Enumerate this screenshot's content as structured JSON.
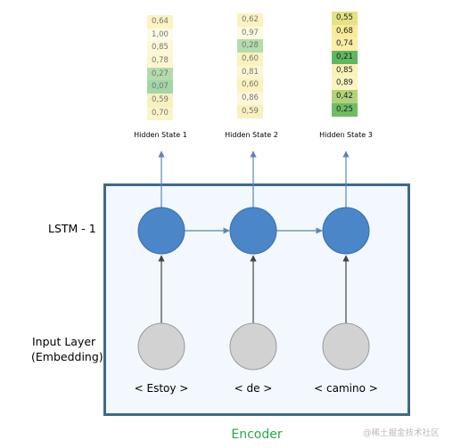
{
  "hidden_states": [
    {
      "label": "Hidden State 1",
      "values": [
        "0,64",
        "1,00",
        "0,85",
        "0,78",
        "0,27",
        "0,07",
        "0,59",
        "0,70"
      ]
    },
    {
      "label": "Hidden State 2",
      "values": [
        "0,62",
        "0,97",
        "0,28",
        "0,60",
        "0,81",
        "0,60",
        "0,86",
        "0,59"
      ]
    },
    {
      "label": "Hidden State 3",
      "values": [
        "0,55",
        "0,68",
        "0,74",
        "0,21",
        "0,85",
        "0,89",
        "0,42",
        "0,25"
      ]
    }
  ],
  "layer_labels": {
    "lstm": "LSTM - 1",
    "input_line1": "Input Layer",
    "input_line2": "(Embedding)"
  },
  "tokens": [
    "< Estoy >",
    "< de >",
    "< camino >"
  ],
  "encoder_label": "Encoder",
  "watermark": "@稀土掘金技术社区",
  "colors": {
    "lstm_node": "#4a86c8",
    "input_node": "#d3d2d3",
    "arrow": "#5b86b6",
    "box_border": "#3d6a8c",
    "box_fill": "#f2f8fd",
    "encoder_text": "#2aa745",
    "scale_low": "#5bb660",
    "scale_mid": "#f8e88a",
    "scale_high": "#fcf8d4"
  }
}
